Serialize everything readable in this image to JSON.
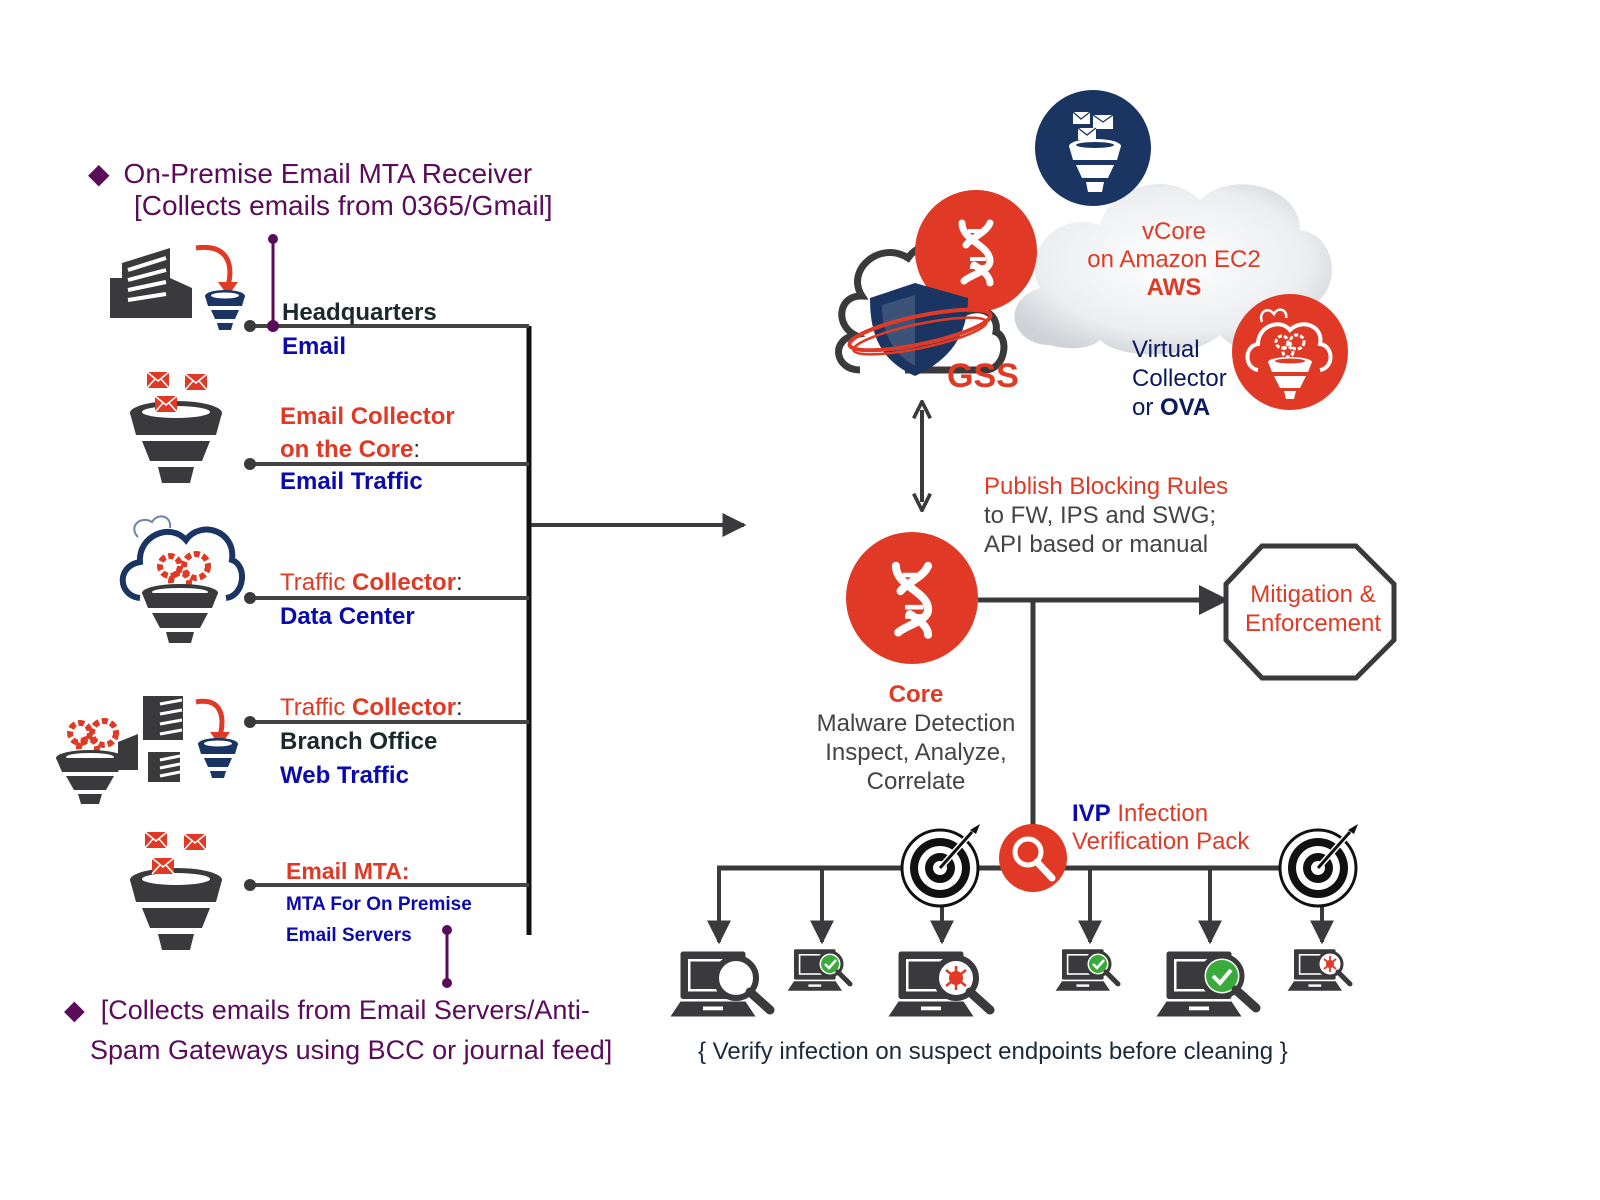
{
  "colors": {
    "accent_red": "#e03a26",
    "purple": "#5a0c5a",
    "blue": "#0a0aae",
    "navy": "#1b3562",
    "icon_gray": "#3a3a3c",
    "check_green": "#3aaa3a"
  },
  "notes": {
    "top": {
      "bullet": "◆",
      "line1": "On-Premise Email MTA Receiver",
      "line2": "[Collects emails from 0365/Gmail]"
    },
    "bottom": {
      "bullet": "◆",
      "line1": "[Collects emails from Email Servers/Anti-",
      "line2": "Spam Gateways using BCC or journal feed]"
    }
  },
  "sources": [
    {
      "icon": "building-funnel-icon",
      "title": "Headquarters",
      "subtitle": "Email"
    },
    {
      "icon": "email-funnel-icon",
      "title_line1": "Email Collector",
      "title_line2_red": "on the Core",
      "title_line2_suffix": ":",
      "subtitle": "Email Traffic"
    },
    {
      "icon": "cloud-funnel-icon",
      "title_plain": "Traffic ",
      "title_bold": "Collector",
      "title_suffix": ":",
      "subtitle": "Data Center"
    },
    {
      "icon": "branch-funnel-icon",
      "title_plain": "Traffic ",
      "title_bold": "Collector",
      "title_suffix": ":",
      "subtitle_dark": "Branch Office",
      "subtitle": "Web Traffic"
    },
    {
      "icon": "email-funnel-icon",
      "title": "Email MTA:",
      "subtitle_line1": "MTA For On Premise",
      "subtitle_line2": "Email Servers"
    }
  ],
  "cloud": {
    "gss_label": "GSS",
    "vcore_line1": "vCore",
    "vcore_line2": "on Amazon EC2",
    "vcore_line3": "AWS",
    "virtual_line1": "Virtual",
    "virtual_line2": "Collector",
    "virtual_line3_plain": "or ",
    "virtual_line3_bold": "OVA"
  },
  "core": {
    "title": "Core",
    "line1": "Malware Detection",
    "line2": "Inspect, Analyze,",
    "line3": "Correlate"
  },
  "publish": {
    "title": "Publish Blocking Rules",
    "line1": "to FW, IPS and SWG;",
    "line2": "API based or manual"
  },
  "mitigation": {
    "line1": "Mitigation &",
    "line2": "Enforcement"
  },
  "ivp": {
    "abbr": "IVP",
    "line1": " Infection",
    "line2": "Verification Pack"
  },
  "endpoints": [
    {
      "icon": "laptop-search-icon",
      "status": "scan"
    },
    {
      "icon": "laptop-check-icon",
      "status": "clean"
    },
    {
      "icon": "laptop-malware-icon",
      "status": "infected"
    },
    {
      "icon": "laptop-check-icon",
      "status": "clean"
    },
    {
      "icon": "laptop-check-icon",
      "status": "clean"
    },
    {
      "icon": "laptop-malware-icon",
      "status": "infected"
    }
  ],
  "footer_caption": "{ Verify infection on suspect endpoints before cleaning }"
}
